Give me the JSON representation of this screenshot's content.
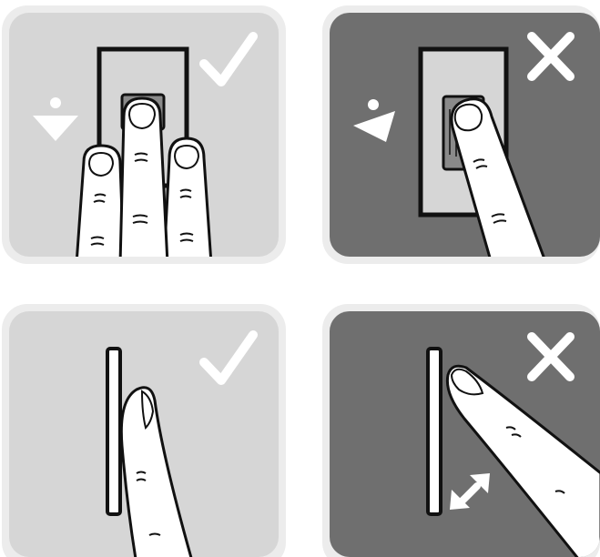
{
  "figure": {
    "panels": [
      {
        "id": "top-left",
        "subject": "fingerprint-sensor-square",
        "verdict": "correct",
        "verdict_icon": "checkmark-icon",
        "background": "#d6d6d6"
      },
      {
        "id": "top-right",
        "subject": "fingerprint-sensor-square",
        "verdict": "incorrect",
        "verdict_icon": "cross-icon",
        "background": "#6f6f6f"
      },
      {
        "id": "bottom-left",
        "subject": "fingerprint-sensor-strip",
        "verdict": "correct",
        "verdict_icon": "checkmark-icon",
        "background": "#d6d6d6"
      },
      {
        "id": "bottom-right",
        "subject": "fingerprint-sensor-strip",
        "verdict": "incorrect",
        "verdict_icon": "cross-icon",
        "background": "#6f6f6f"
      }
    ],
    "colors": {
      "correct_bg": "#d6d6d6",
      "incorrect_bg": "#6f6f6f",
      "frame": "#ececec",
      "outline": "#111111",
      "skin": "#ffffff",
      "sensor": "#8a8a8a",
      "mark": "#ffffff"
    }
  }
}
